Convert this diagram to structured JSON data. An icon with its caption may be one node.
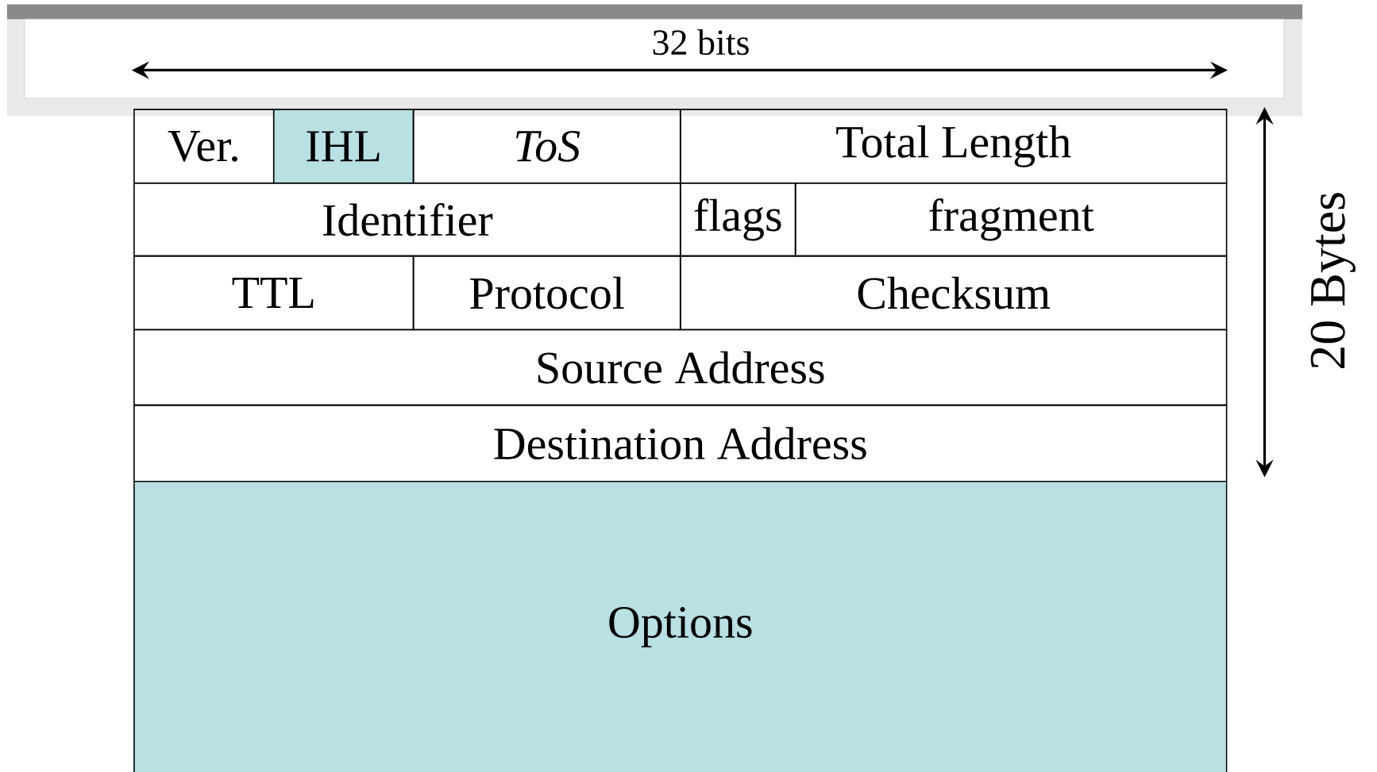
{
  "diagram": {
    "nodes": [
      {
        "text": [
          "Ver."
        ]
      },
      {
        "text": [
          "IHL"
        ]
      },
      {
        "text": [
          "ToS"
        ]
      },
      {
        "text": [
          "Total Length"
        ]
      },
      {
        "text": [
          "Identifier"
        ]
      },
      {
        "text": [
          "flags"
        ]
      },
      {
        "text": [
          "fragment"
        ]
      },
      {
        "text": [
          "TTL"
        ]
      },
      {
        "text": [
          "Protocol"
        ]
      },
      {
        "text": [
          "Checksum"
        ]
      },
      {
        "text": [
          "Source Address"
        ]
      },
      {
        "text": [
          "Destination Address"
        ]
      },
      {
        "text": [
          "Options"
        ]
      }
    ],
    "labels": [
      "32 bits",
      "20 Bytes"
    ]
  }
}
